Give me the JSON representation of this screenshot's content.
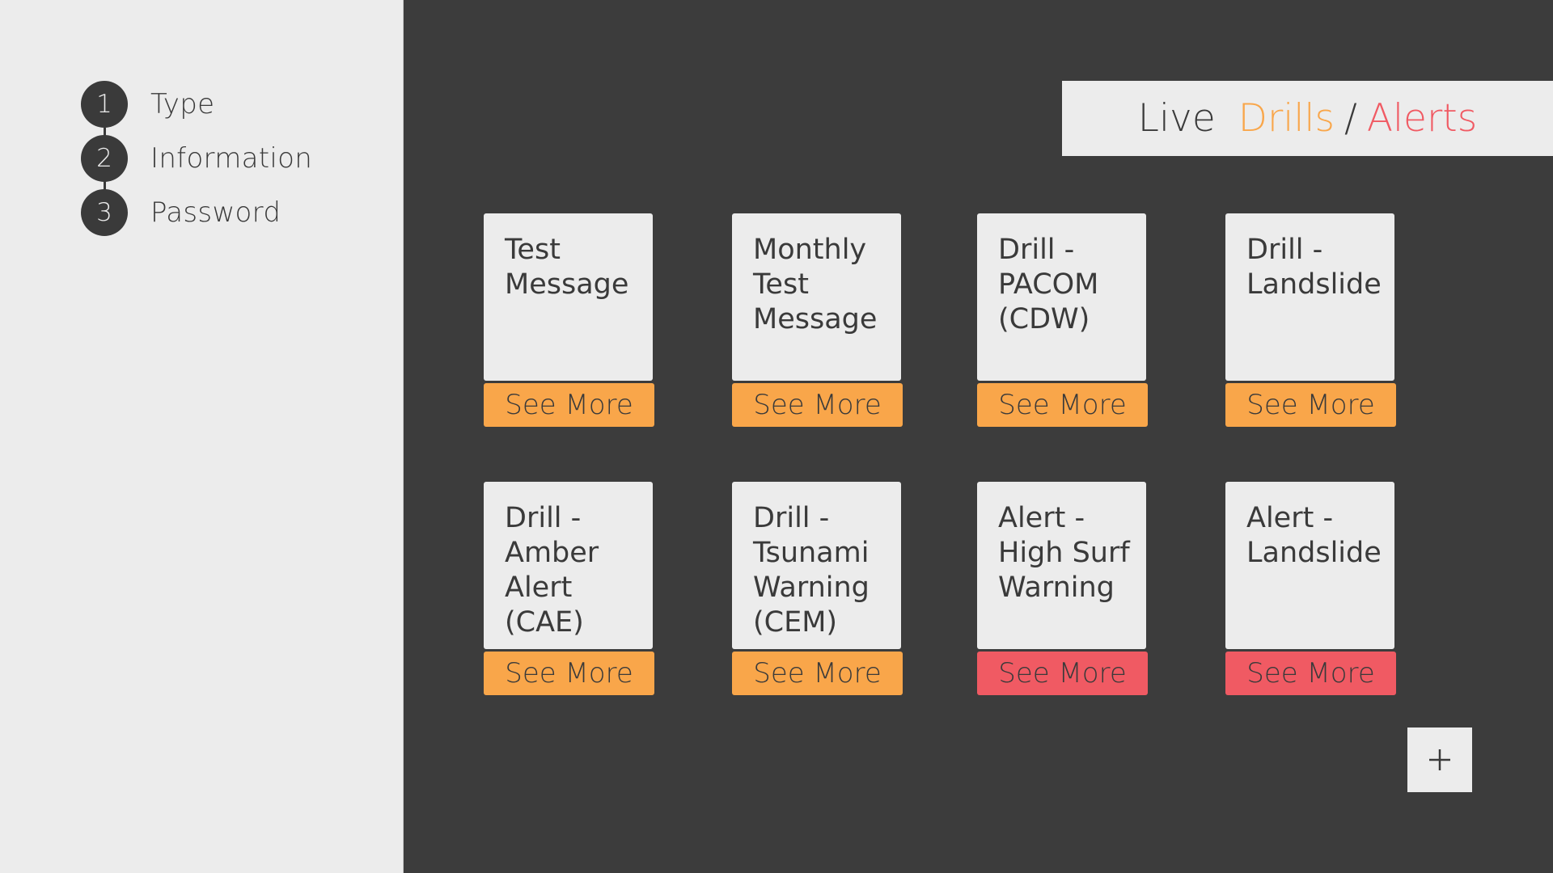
{
  "steps": [
    {
      "number": "1",
      "label": "Type"
    },
    {
      "number": "2",
      "label": "Information"
    },
    {
      "number": "3",
      "label": "Password"
    }
  ],
  "header": {
    "live": "Live",
    "drills": "Drills",
    "separator": "/",
    "alerts": "Alerts"
  },
  "cards": [
    {
      "title": "Test\nMessage",
      "button": "See More",
      "kind": "drill"
    },
    {
      "title": "Monthly\nTest\nMessage",
      "button": "See More",
      "kind": "drill"
    },
    {
      "title": "Drill -\nPACOM\n(CDW)",
      "button": "See More",
      "kind": "drill"
    },
    {
      "title": "Drill -\nLandslide",
      "button": "See More",
      "kind": "drill"
    },
    {
      "title": "Drill -\nAmber\nAlert\n(CAE)",
      "button": "See More",
      "kind": "drill"
    },
    {
      "title": "Drill -\nTsunami\nWarning\n(CEM)",
      "button": "See More",
      "kind": "drill"
    },
    {
      "title": "Alert -\nHigh Surf\nWarning",
      "button": "See More",
      "kind": "alert"
    },
    {
      "title": "Alert -\nLandslide",
      "button": "See More",
      "kind": "alert"
    }
  ],
  "add_button": {
    "icon": "plus-icon"
  },
  "colors": {
    "drill": "#f9a64a",
    "alert": "#f05a63",
    "background": "#3c3c3c",
    "panel": "#ececec",
    "text": "#3a3a3a"
  }
}
